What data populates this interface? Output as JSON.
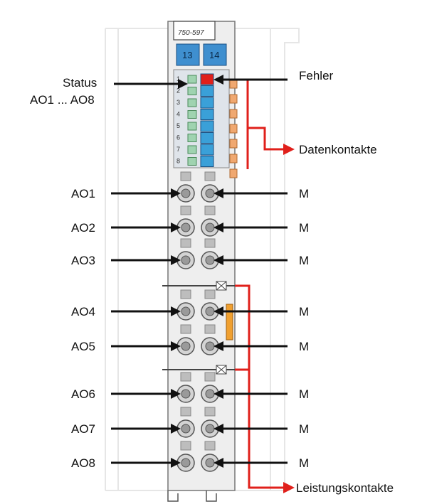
{
  "module": {
    "part_number": "750-597",
    "tab_left": "13",
    "tab_right": "14",
    "led_numbers": [
      "1",
      "2",
      "3",
      "4",
      "5",
      "6",
      "7",
      "8"
    ]
  },
  "labels": {
    "status_line1": "Status",
    "status_line2": "AO1 ... AO8",
    "error": "Fehler",
    "data_contacts": "Datenkontakte",
    "power_contacts": "Leistungskontakte"
  },
  "left_outputs": [
    "AO1",
    "AO2",
    "AO3",
    "AO4",
    "AO5",
    "AO6",
    "AO7",
    "AO8"
  ],
  "right_outputs": [
    "M",
    "M",
    "M",
    "M",
    "M",
    "M",
    "M",
    "M"
  ],
  "colors": {
    "led_blue": "#3aa0d8",
    "led_green": "#9fd3b0",
    "error_red": "#e0201b",
    "bracket_red": "#e0201b",
    "orange_contact": "#f0a870",
    "housing": "#e6e6e6"
  }
}
